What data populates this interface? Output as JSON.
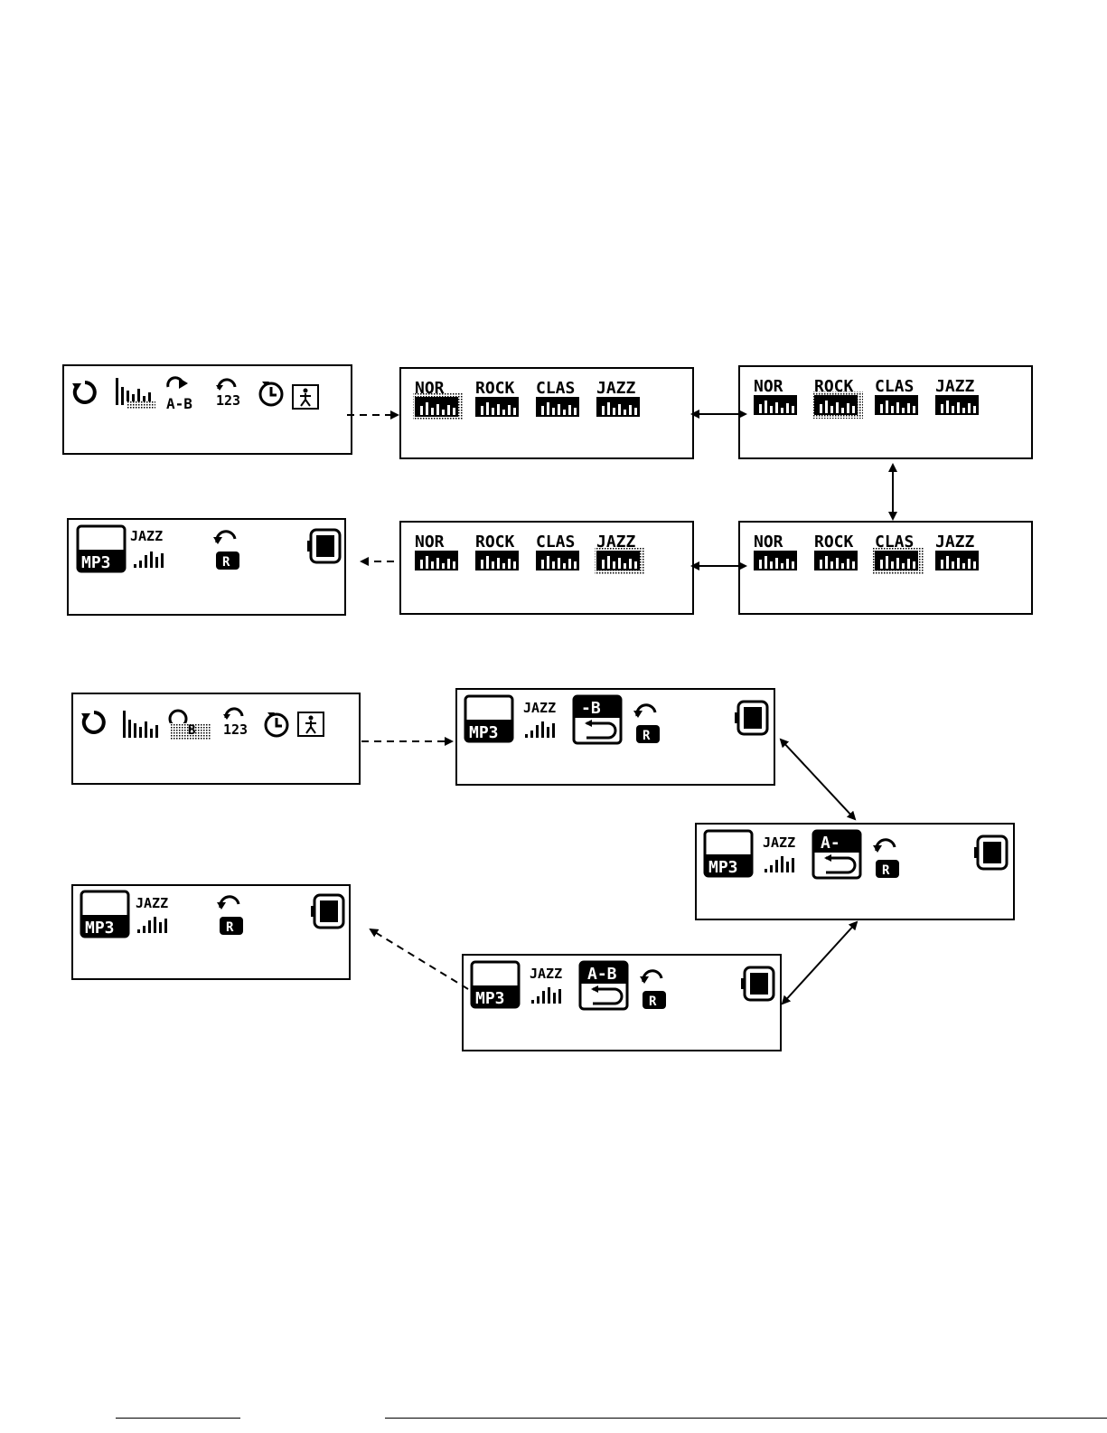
{
  "eq_labels": [
    "NOR",
    "ROCK",
    "CLAS",
    "JAZZ"
  ],
  "play_screen": {
    "format": "MP3",
    "eq": "JAZZ",
    "repeat_badge": "R"
  },
  "ab_states": [
    "-B",
    "A-",
    "A-B"
  ],
  "colors": {
    "ink": "#000000",
    "paper": "#ffffff"
  }
}
